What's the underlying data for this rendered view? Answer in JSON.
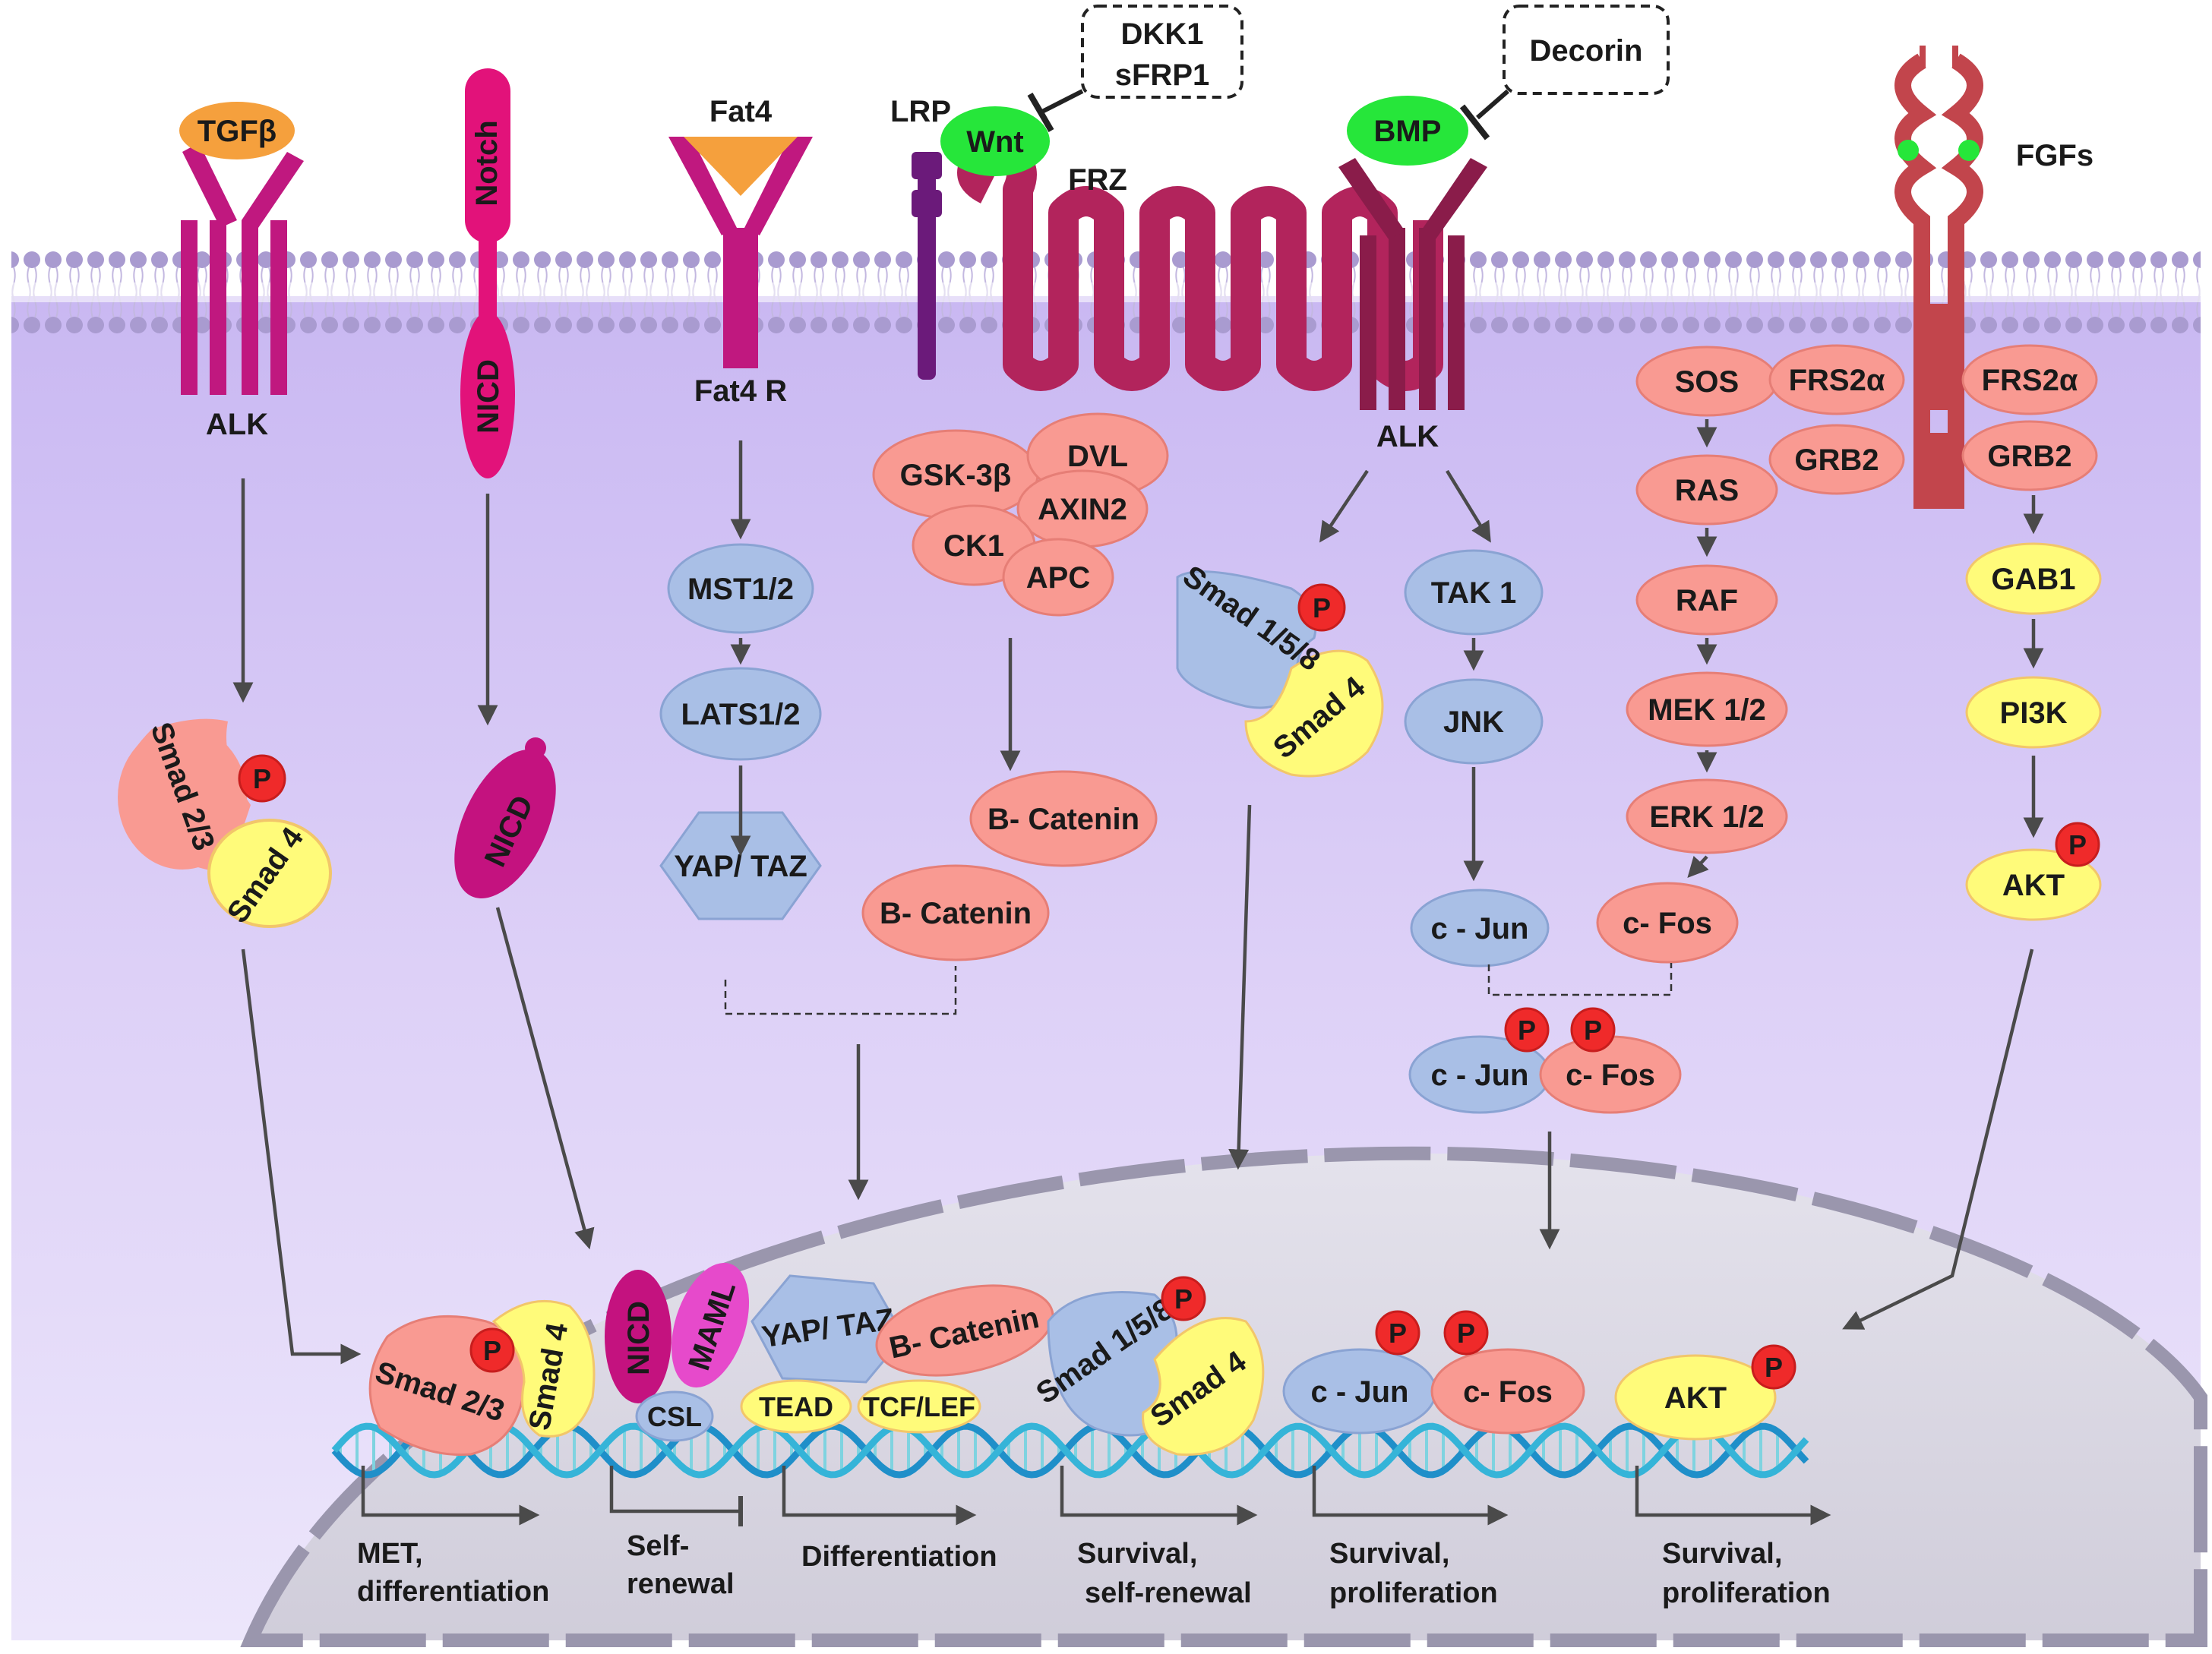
{
  "ligands": {
    "tgfb": "TGFβ",
    "notch": "Notch",
    "fat4": "Fat4",
    "lrp": "LRP",
    "wnt": "Wnt",
    "frz": "FRZ",
    "bmp": "BMP",
    "fgfs": "FGFs"
  },
  "inhibitors": {
    "dkk1": "DKK1",
    "sfrp1": "sFRP1",
    "decorin": "Decorin"
  },
  "receptors": {
    "alk1": "ALK",
    "fat4r": "Fat4 R",
    "alk2": "ALK"
  },
  "nodes": {
    "nicd_mem": "NICD",
    "nicd_cyto": "NICD",
    "smad23": "Smad 2/3",
    "smad4a": "Smad 4",
    "p": "P",
    "mst": "MST1/2",
    "lats": "LATS1/2",
    "yaptaz": "YAP/ TAZ",
    "gsk": "GSK-3β",
    "dvl": "DVL",
    "axin2": "AXIN2",
    "ck1": "CK1",
    "apc": "APC",
    "bcat1": "B- Catenin",
    "bcat2": "B- Catenin",
    "smad158": "Smad 1/5/8",
    "smad4b": "Smad 4",
    "tak1": "TAK 1",
    "jnk": "JNK",
    "cjun": "c - Jun",
    "sos": "SOS",
    "ras": "RAS",
    "raf": "RAF",
    "mek": "MEK 1/2",
    "erk": "ERK 1/2",
    "cfos": "c- Fos",
    "frs2a1": "FRS2α",
    "grb2a": "GRB2",
    "frs2a2": "FRS2α",
    "grb2b": "GRB2",
    "gab1": "GAB1",
    "pi3k": "PI3K",
    "akt": "AKT",
    "cjun2": "c - Jun",
    "cfos2": "c- Fos"
  },
  "nucleus": {
    "smad23": "Smad 2/3",
    "smad4": "Smad 4",
    "nicd": "NICD",
    "maml": "MAML",
    "csl": "CSL",
    "yaptaz": "YAP/ TAZ",
    "bcat": "B- Catenin",
    "tead": "TEAD",
    "tcflef": "TCF/LEF",
    "smad158": "Smad 1/5/8",
    "smad4b": "Smad 4",
    "cjun": "c - Jun",
    "cfos": "c- Fos",
    "akt": "AKT"
  },
  "outcomes": {
    "o1a": "MET,",
    "o1b": "differentiation",
    "o2a": "Self-",
    "o2b": "renewal",
    "o3": "Differentiation",
    "o4a": "Survival,",
    "o4b": "self-renewal",
    "o5a": "Survival,",
    "o5b": "proliferation",
    "o6a": "Survival,",
    "o6b": "proliferation"
  },
  "colors": {
    "membrane": "#a99bd0",
    "cytoplasm": "#ddd0f7",
    "nucleus": "#d6d4e0",
    "salmon": "#f99a92",
    "yellow": "#fffb7a",
    "blue": "#a9bfe6",
    "magenta": "#c4127f",
    "green": "#26e63a",
    "orange": "#f5a03d",
    "phospho": "#ef2a2a"
  }
}
